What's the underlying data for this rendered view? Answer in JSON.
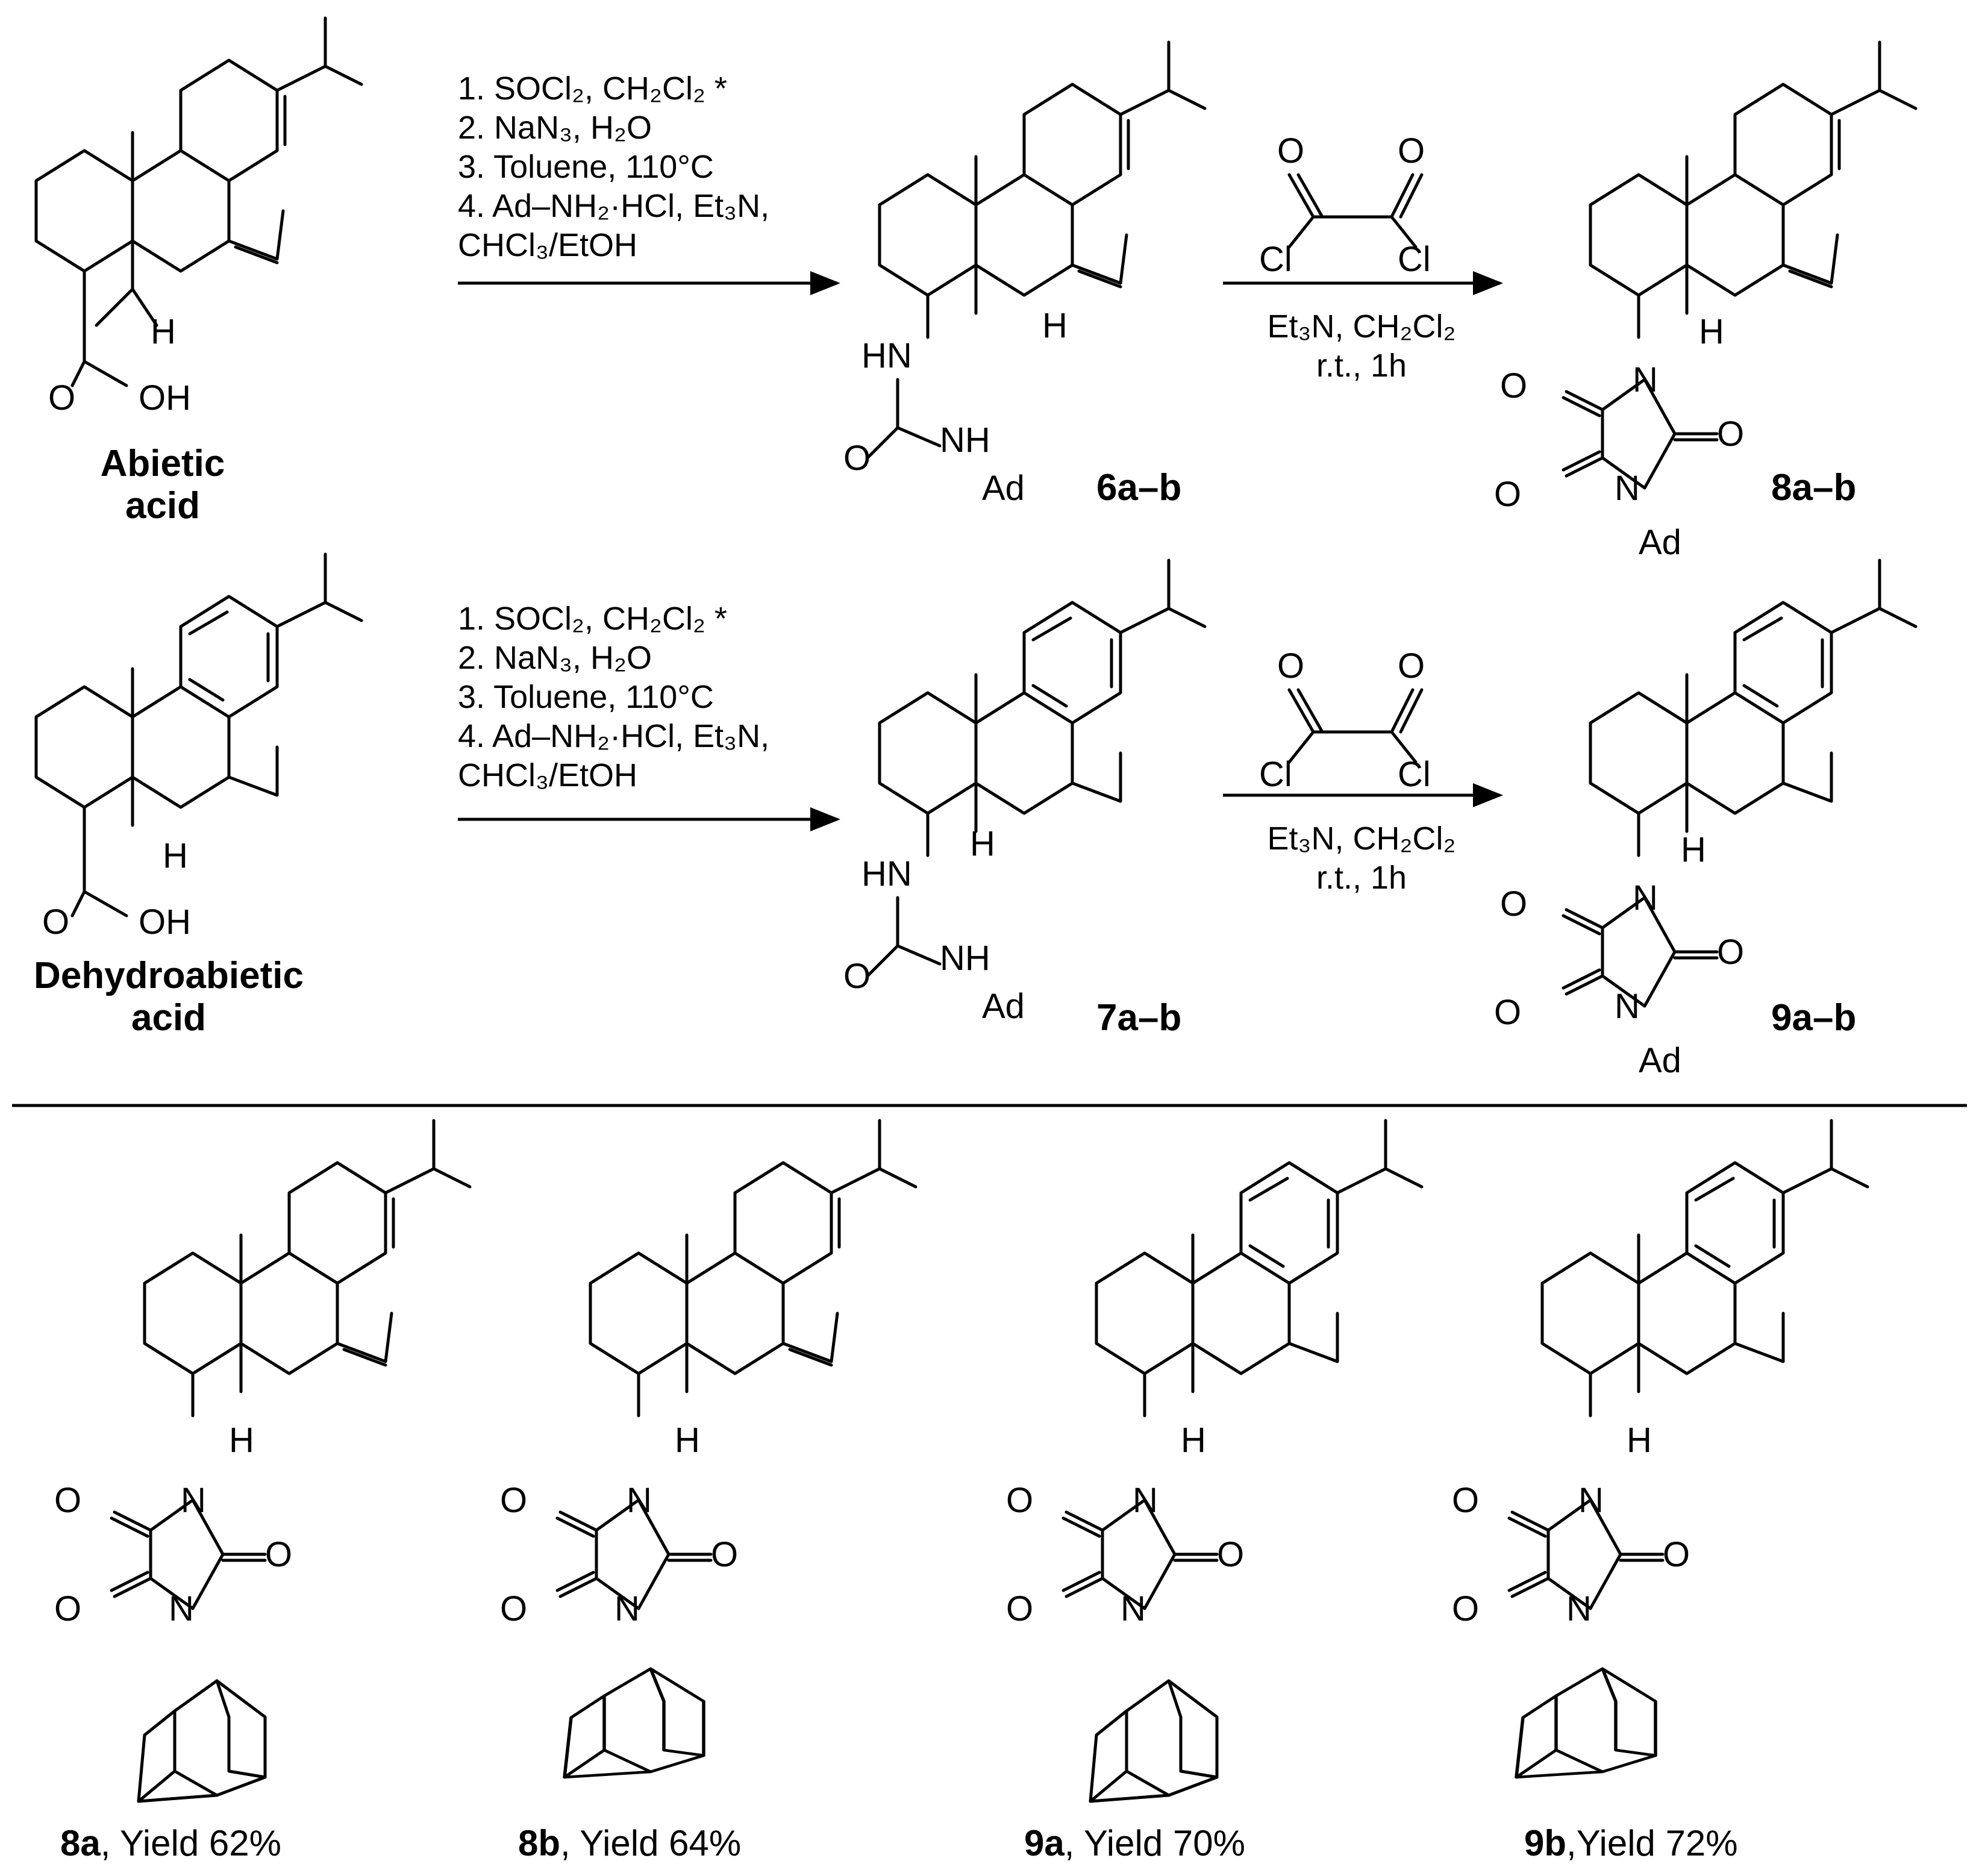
{
  "reagents": {
    "line1": "1. SOCl₂, CH₂Cl₂ *",
    "line2": "2. NaN₃, H₂O",
    "line3": "3. Toluene, 110°C",
    "line4": "4. Ad–NH₂·HCl, Et₃N,",
    "line5": "CHCl₃/EtOH"
  },
  "conditions2": {
    "cl_left": "Cl",
    "cl_right": "Cl",
    "o": "O",
    "line1": "Et₃N, CH₂Cl₂",
    "line2": "r.t., 1h"
  },
  "atoms": {
    "H": "H",
    "O": "O",
    "OH": "OH",
    "HN": "HN",
    "NH": "NH",
    "N": "N",
    "Ad": "Ad"
  },
  "compounds": {
    "abietic": [
      "Abietic",
      "acid"
    ],
    "dehydroabietic": [
      "Dehydroabietic",
      "acid"
    ],
    "c6": "6a–b",
    "c7": "7a–b",
    "c8": "8a–b",
    "c9": "9a–b"
  },
  "yields": [
    {
      "cpd": "8a",
      "text": ", Yield 62%"
    },
    {
      "cpd": "8b",
      "text": ", Yield 64%"
    },
    {
      "cpd": "9a",
      "text": ", Yield 70%"
    },
    {
      "cpd": "9b",
      "text": ",Yield 72%"
    }
  ]
}
